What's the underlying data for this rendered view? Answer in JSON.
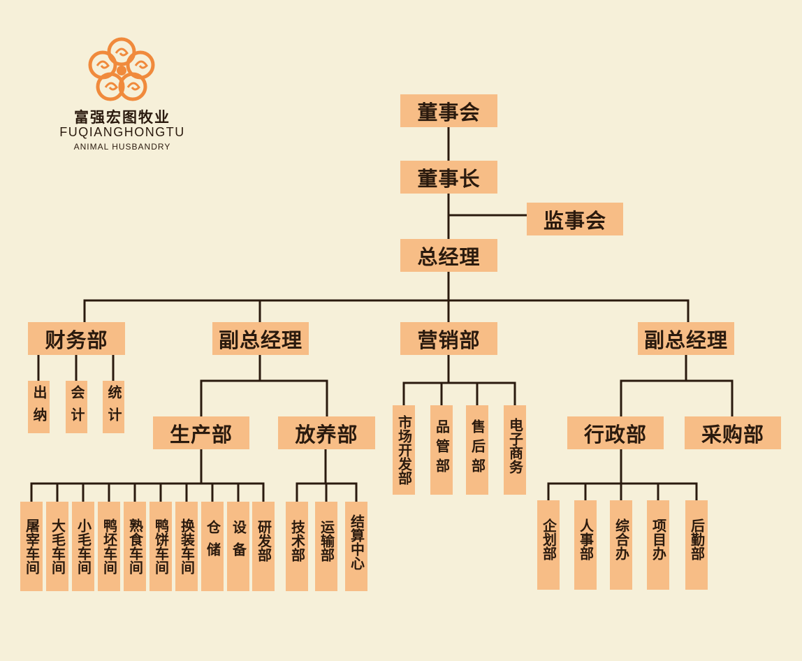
{
  "logo": {
    "icon": "orange-phoenix-flower-logo",
    "name_cn": "富强宏图牧业",
    "name_en": "FUQIANGHONGTU",
    "subtitle": "ANIMAL HUSBANDRY"
  },
  "colors": {
    "background": "#f6f0d9",
    "box": "#f7bd86",
    "line": "#2a1a0e",
    "logo": "#f08a3c"
  },
  "org": {
    "board": "董事会",
    "chairman": "董事长",
    "supervisors": "监事会",
    "gm": "总经理",
    "finance": {
      "name": "财务部",
      "units": [
        "出纳",
        "会计",
        "统计"
      ]
    },
    "vp1": {
      "name": "副总经理",
      "production": {
        "name": "生产部",
        "units": [
          "屠宰车间",
          "大毛车间",
          "小毛车间",
          "鸭坯车间",
          "熟食车间",
          "鸭饼车间",
          "换装车间",
          "仓储",
          "设备",
          "研发部"
        ]
      },
      "breeding": {
        "name": "放养部",
        "units": [
          "技术部",
          "运输部",
          "结算中心"
        ]
      }
    },
    "marketing": {
      "name": "营销部",
      "units": [
        "市场开发部",
        "品管部",
        "售后部",
        "电子商务"
      ]
    },
    "vp2": {
      "name": "副总经理",
      "admin": {
        "name": "行政部",
        "units": [
          "企划部",
          "人事部",
          "综合办",
          "项目办",
          "后勤部"
        ]
      },
      "purchasing": {
        "name": "采购部"
      }
    }
  }
}
